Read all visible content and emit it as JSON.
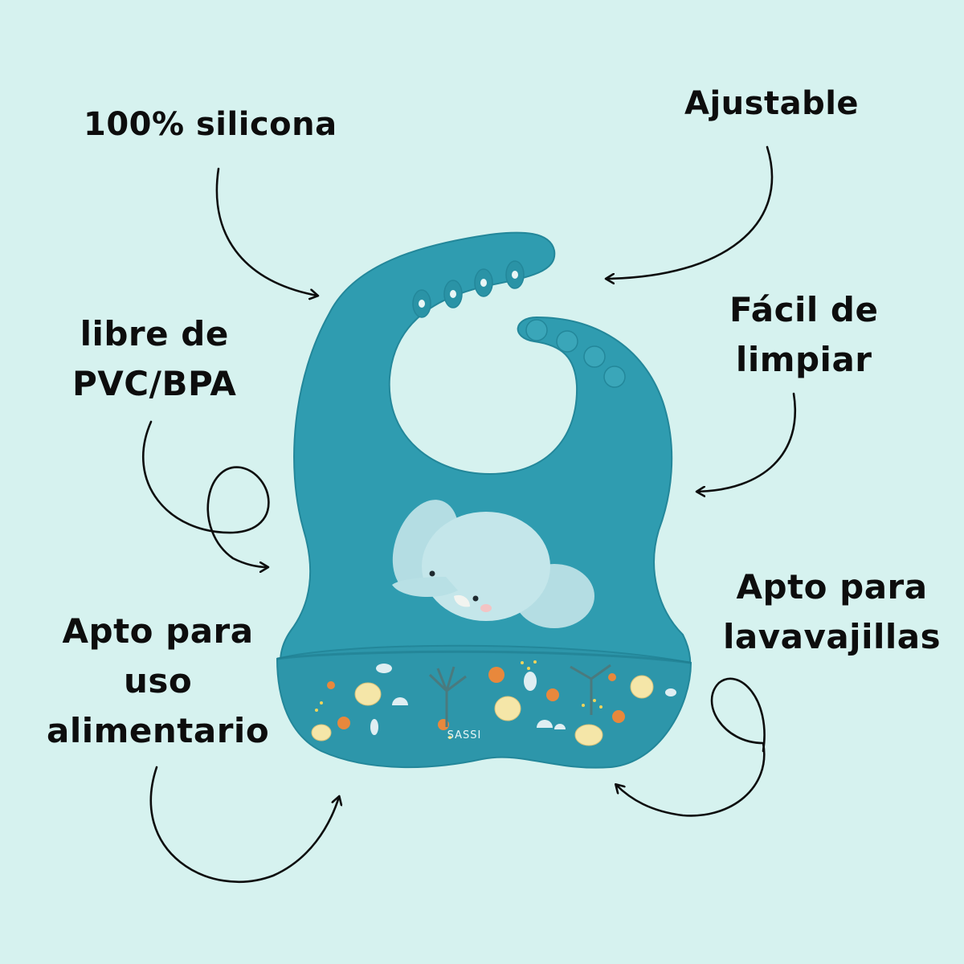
{
  "colors": {
    "background": "#d6f2ef",
    "bib": "#2f9cb0",
    "bib_dark": "#23879a",
    "bib_edge": "#1e7b8d",
    "pocket": "#2b93a6",
    "ink": "#0d0d0d",
    "elephant": "#bfe3e8",
    "flower_cream": "#f5e6a8",
    "flower_orange": "#e8883c"
  },
  "features": [
    {
      "id": "silicona",
      "lines": [
        "100% silicona"
      ]
    },
    {
      "id": "ajustable",
      "lines": [
        "Ajustable"
      ]
    },
    {
      "id": "libre",
      "lines": [
        "libre de",
        "PVC/BPA"
      ]
    },
    {
      "id": "facil",
      "lines": [
        "Fácil de",
        "limpiar"
      ]
    },
    {
      "id": "alimentario",
      "lines": [
        "Apto para",
        "uso",
        "alimentario"
      ]
    },
    {
      "id": "lavavajillas",
      "lines": [
        "Apto para",
        "lavavajillas"
      ]
    }
  ],
  "product": {
    "brand": "SASSI",
    "name": "silicone baby bib",
    "strap_holes": 4,
    "snap_buttons": 4,
    "illustration": "elephant"
  }
}
